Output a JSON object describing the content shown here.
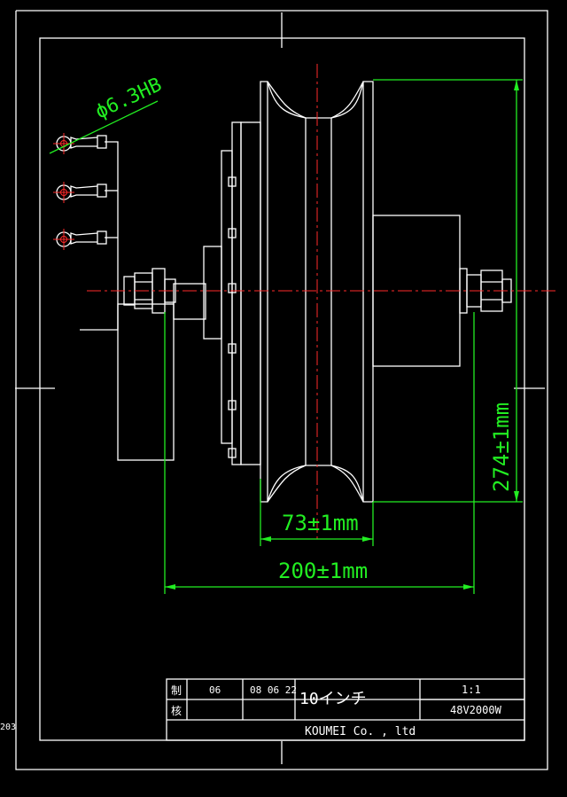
{
  "dimensions": {
    "terminal_spec": "ϕ6.3HB",
    "height_label": "274±1mm",
    "rim_width_label": "73±1mm",
    "overall_width_label": "200±1mm"
  },
  "title_block": {
    "row1_label": "制",
    "row1_num": "06",
    "row1_date": "08 06 22",
    "row2_label": "核",
    "drawing_title": "10インチ",
    "scale": "1:1",
    "model": "48V2000W",
    "company": "KOUMEI  Co. , ltd"
  },
  "margin_note": "203",
  "colors": {
    "background": "#000000",
    "outline": "#ffffff",
    "dimension": "#22ee22",
    "centerline": "#ff2a2a"
  }
}
